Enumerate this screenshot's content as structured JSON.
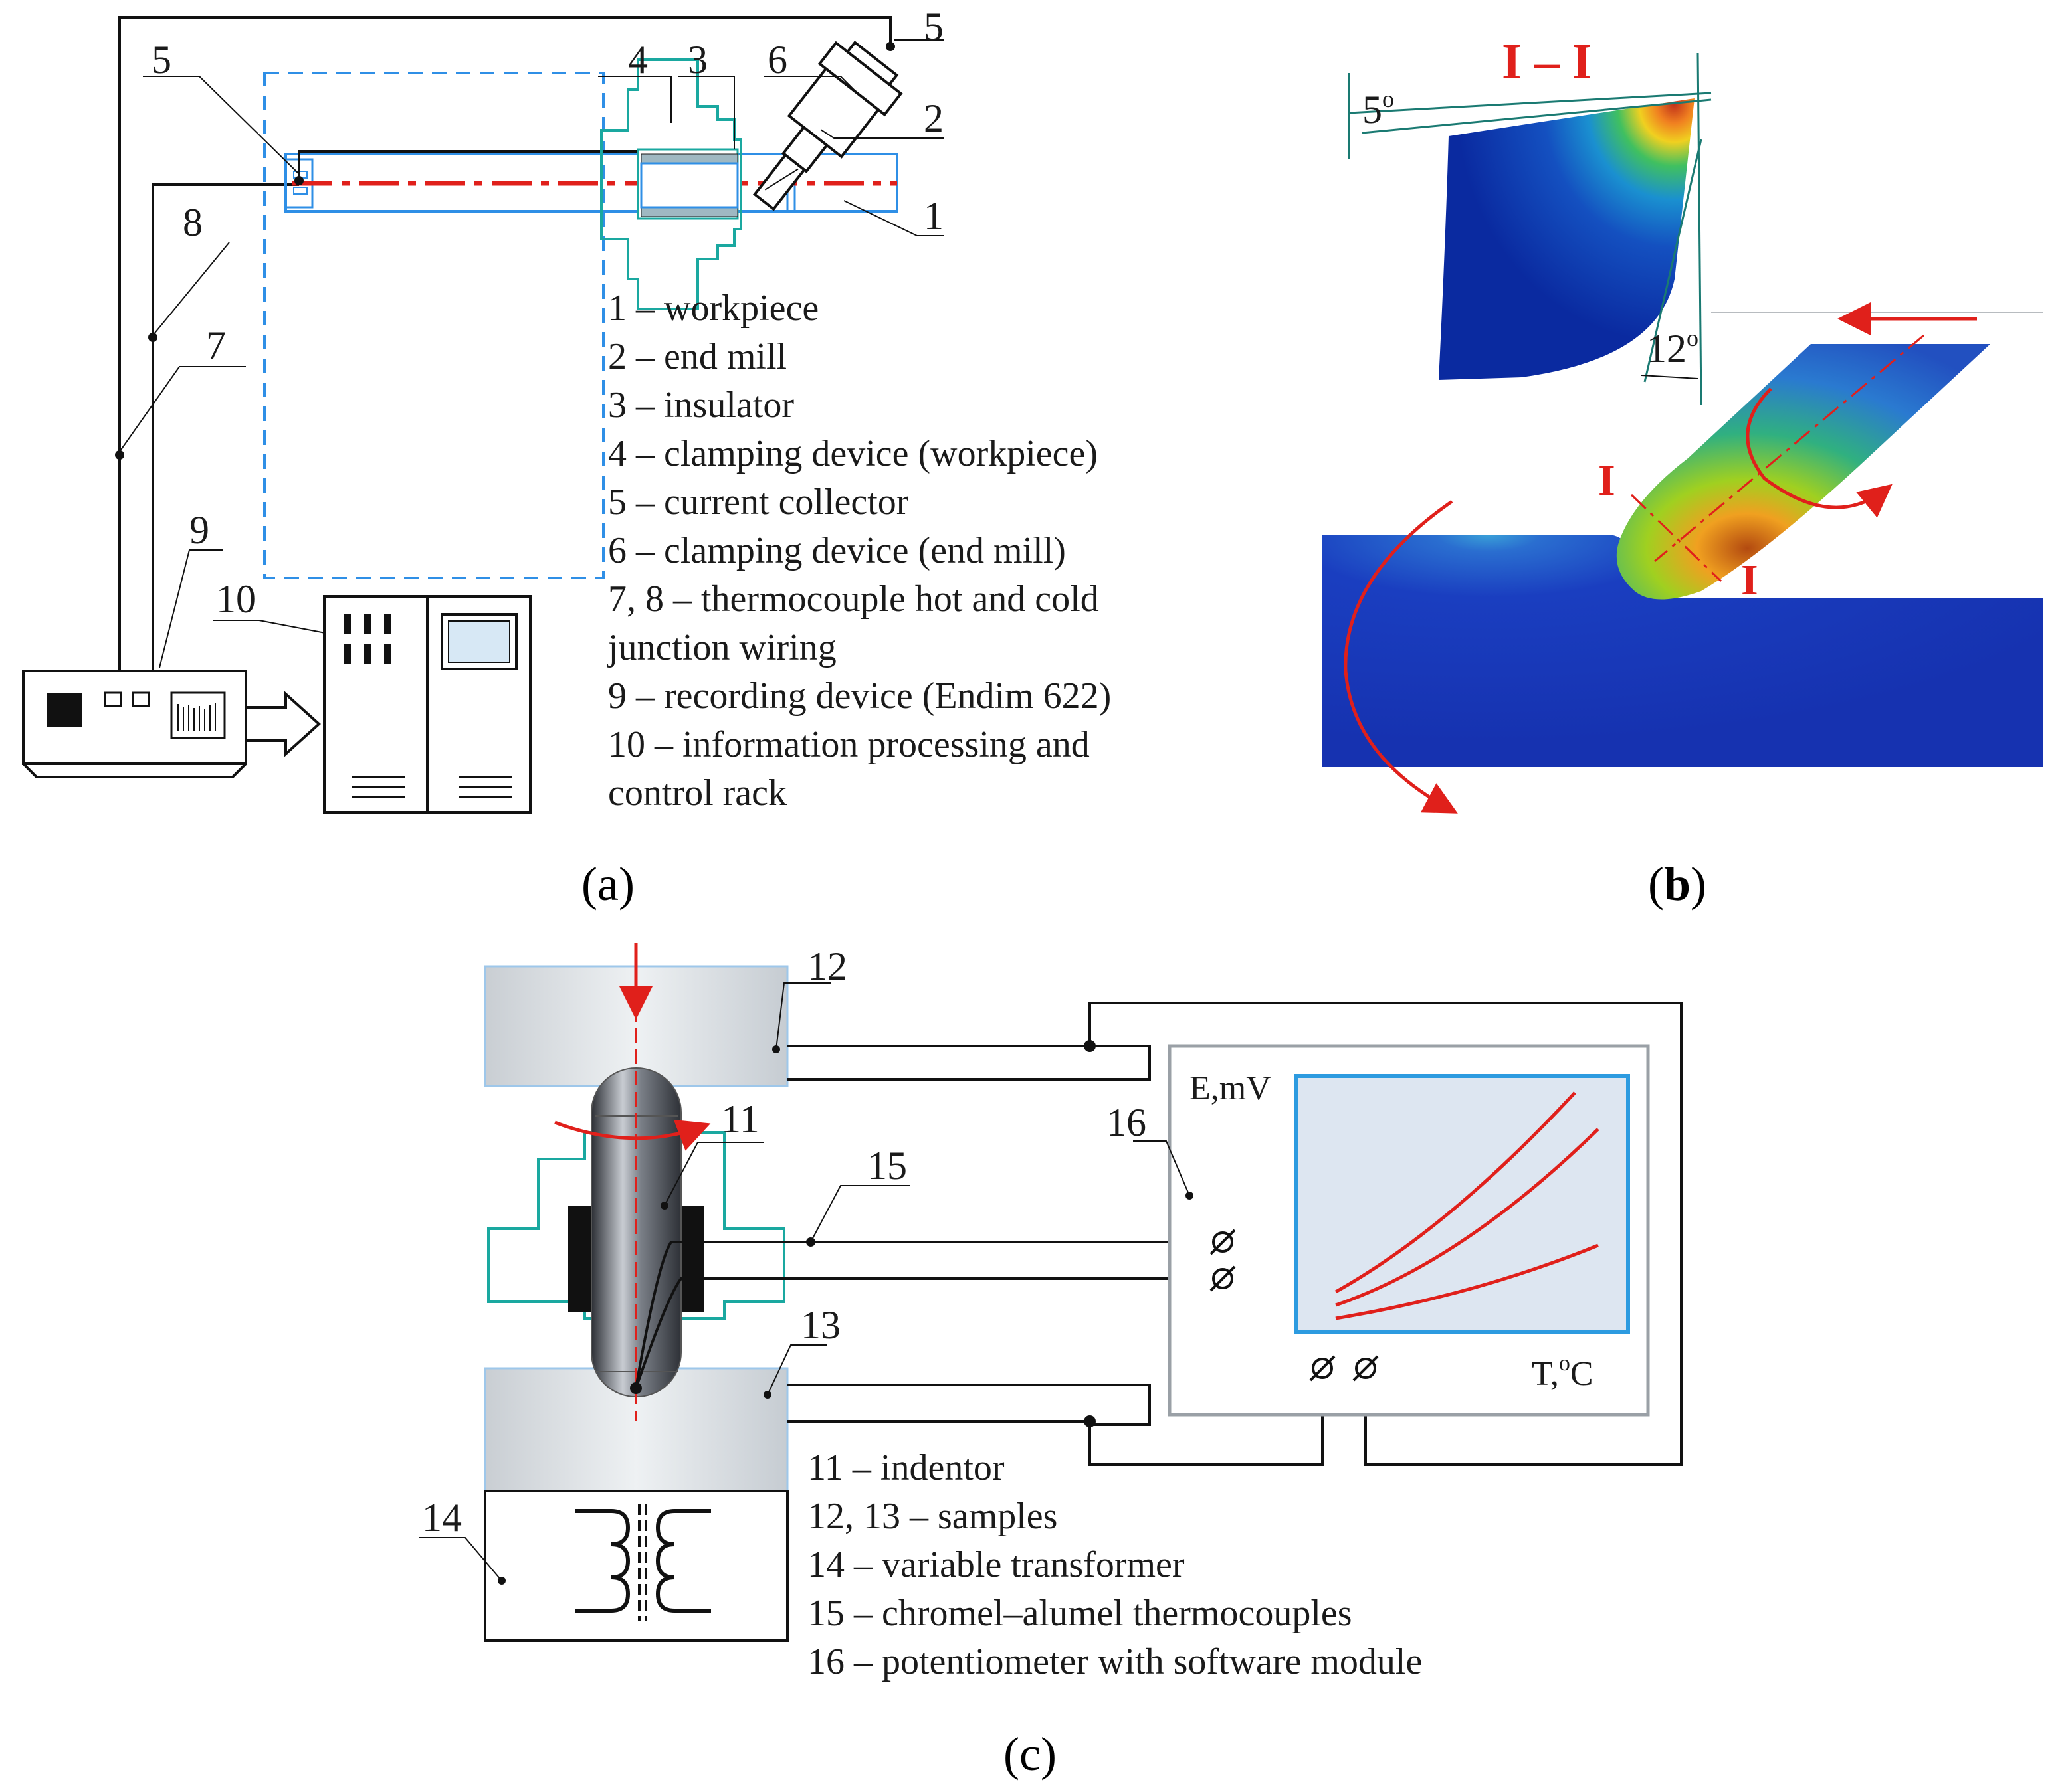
{
  "panel_a": {
    "caption_letter": "a",
    "labels": [
      "5",
      "4",
      "3",
      "6",
      "5",
      "2",
      "8",
      "1",
      "7",
      "9",
      "10"
    ],
    "legend": [
      "1 – workpiece",
      "2 – end mill",
      "3 – insulator",
      "4 – clamping device (workpiece)",
      "5 – current collector",
      "6 – clamping device (end mill)",
      "7, 8 – thermocouple hot and cold",
      "junction wiring",
      "9 – recording device (Endim 622)",
      "10 – information processing and",
      "control rack"
    ]
  },
  "panel_b": {
    "caption_letter": "b",
    "section_title": "I – I",
    "angle_top": "5",
    "angle_side": "12",
    "degree_mark": "o",
    "section_mark_1": "I",
    "section_mark_2": "I"
  },
  "panel_c": {
    "caption_letter": "c",
    "labels": [
      "12",
      "11",
      "15",
      "16",
      "13",
      "14"
    ],
    "axis_y": "E,mV",
    "axis_x": "T,",
    "axis_x_unit": "C",
    "degree_mark": "o",
    "legend": [
      "11 – indentor",
      "12, 13 – samples",
      "14 – variable transformer",
      "15 – chromel–alumel thermocouples",
      "16 – potentiometer with software module"
    ]
  },
  "colors": {
    "blue_outline": "#2f8fe6",
    "teal_outline": "#1aa8a0",
    "red_accent": "#e0201b",
    "line": "#111111"
  }
}
